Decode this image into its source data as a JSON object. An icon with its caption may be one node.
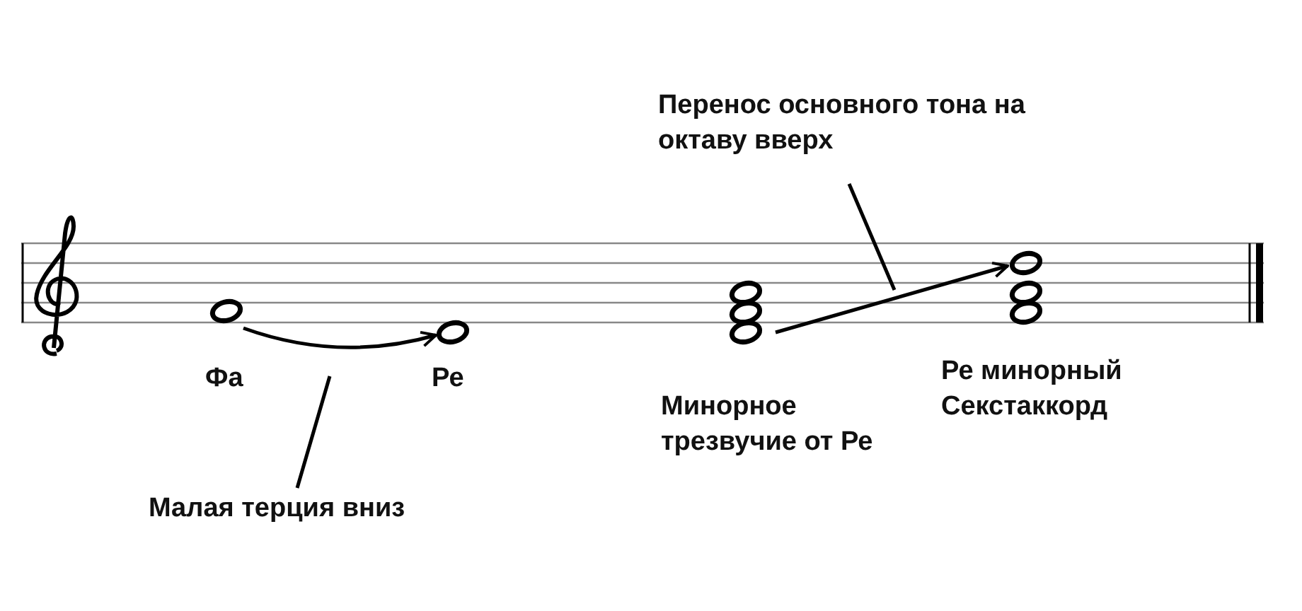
{
  "diagram": {
    "nodes": [
      {
        "text": [],
        "shape": "circle",
        "beside": [
          "Фа"
        ]
      },
      {
        "text": [],
        "shape": "circle",
        "beside": [
          "Ре"
        ]
      },
      {
        "text": [
          "Малая терция вниз"
        ]
      },
      {
        "text": [],
        "shape": "circle",
        "beside": [
          "Минорное трезвучие от Ре"
        ]
      },
      {
        "text": [],
        "shape": "circle",
        "beside": [
          "Ре минорный Секстаккорд"
        ]
      },
      {
        "text": [
          "Перенос основного тона на октаву вверх"
        ]
      }
    ],
    "edges": [
      {
        "from": 0,
        "to": 1,
        "arrow": "to"
      },
      {
        "from": 3,
        "to": 4,
        "arrow": "to"
      },
      {
        "from": 2,
        "to": null,
        "arrow": "none"
      },
      {
        "from": 5,
        "to": null,
        "arrow": "none"
      }
    ]
  }
}
